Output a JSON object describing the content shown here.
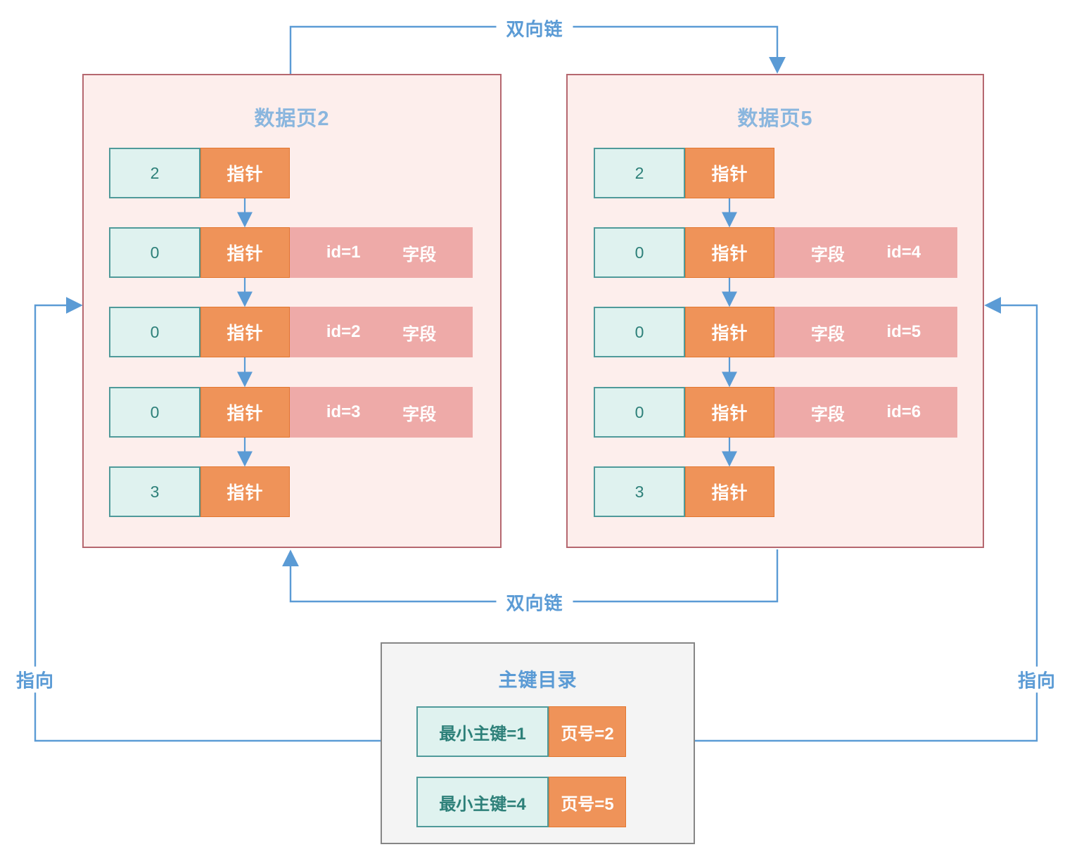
{
  "diagram": {
    "title_label_top": "双向链",
    "title_label_bottom": "双向链",
    "pointer_label_left": "指向",
    "pointer_label_right": "指向",
    "colors": {
      "page_fill": "#fdeeec",
      "page_border": "#b5676f",
      "num_cell_fill": "#dff2ef",
      "num_cell_border": "#4f9a9a",
      "num_cell_text": "#2d8079",
      "pointer_cell_fill": "#ef9359",
      "pointer_cell_border": "#e2762f",
      "field_cell_fill": "#eeaaa8",
      "title_blue": "#8ab6de",
      "wire_blue": "#5b9bd5",
      "directory_fill": "#f4f4f4",
      "directory_border": "#868686"
    }
  },
  "pages": [
    {
      "id": "page2",
      "title": "数据页2",
      "rows": [
        {
          "num": "2",
          "pointer": "指针",
          "field": null
        },
        {
          "num": "0",
          "pointer": "指针",
          "field": {
            "left": "id=1",
            "right": "字段"
          }
        },
        {
          "num": "0",
          "pointer": "指针",
          "field": {
            "left": "id=2",
            "right": "字段"
          }
        },
        {
          "num": "0",
          "pointer": "指针",
          "field": {
            "left": "id=3",
            "right": "字段"
          }
        },
        {
          "num": "3",
          "pointer": "指针",
          "field": null
        }
      ]
    },
    {
      "id": "page5",
      "title": "数据页5",
      "rows": [
        {
          "num": "2",
          "pointer": "指针",
          "field": null
        },
        {
          "num": "0",
          "pointer": "指针",
          "field": {
            "left": "字段",
            "right": "id=4"
          }
        },
        {
          "num": "0",
          "pointer": "指针",
          "field": {
            "left": "字段",
            "right": "id=5"
          }
        },
        {
          "num": "0",
          "pointer": "指针",
          "field": {
            "left": "字段",
            "right": "id=6"
          }
        },
        {
          "num": "3",
          "pointer": "指针",
          "field": null
        }
      ]
    }
  ],
  "directory": {
    "title": "主键目录",
    "rows": [
      {
        "key": "最小主键=1",
        "page": "页号=2"
      },
      {
        "key": "最小主键=4",
        "page": "页号=5"
      }
    ]
  }
}
